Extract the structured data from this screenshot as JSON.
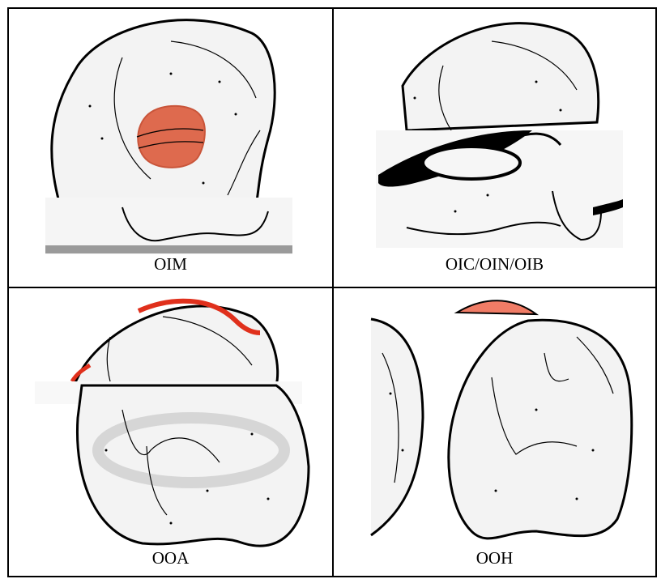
{
  "cells": [
    {
      "label": "OIM",
      "highlight": "area",
      "highlight_color": "#de6a4e"
    },
    {
      "label": "OIC/OIN/OIB",
      "highlight": "none",
      "highlight_color": "#000000"
    },
    {
      "label": "OOA",
      "highlight": "edge",
      "highlight_color": "#e0301c"
    },
    {
      "label": "OOH",
      "highlight": "cap",
      "highlight_color": "#f07c66"
    }
  ],
  "colors": {
    "tooth_outline": "#000000",
    "tooth_fill": "#f2f2f2",
    "border": "#000000"
  }
}
